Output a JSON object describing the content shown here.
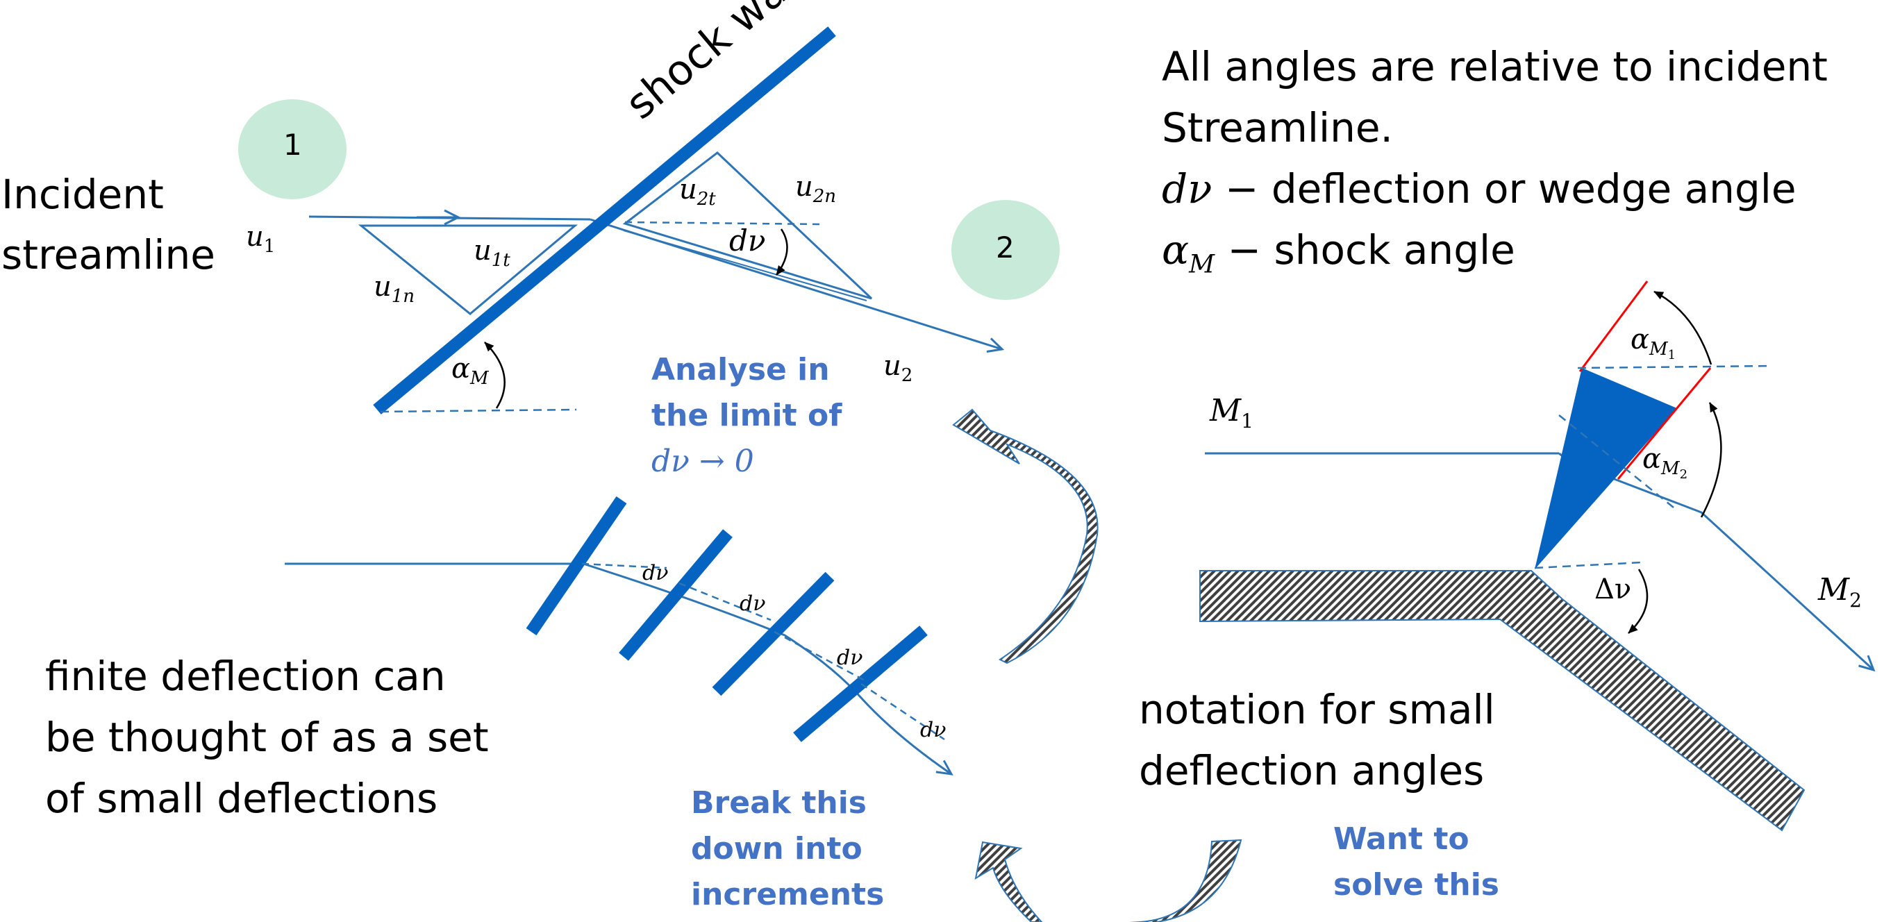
{
  "labels": {
    "shock_wave": "shock wave",
    "region_1": "1",
    "region_2": "2",
    "incident_line1": "Incident",
    "incident_line2": "streamline",
    "u1": "u",
    "u1_sub": "1",
    "u1t": "u",
    "u1t_sub": "1t",
    "u1n": "u",
    "u1n_sub": "1n",
    "u2t": "u",
    "u2t_sub": "2t",
    "u2n": "u",
    "u2n_sub": "2n",
    "u2": "u",
    "u2_sub": "2",
    "dnu": "dν",
    "alpha": "α",
    "alpha_sub": "M",
    "M1": "M",
    "M1_sub": "1",
    "M2": "M",
    "M2_sub": "2",
    "alpha_M1": "α",
    "alpha_M1_sub": "M",
    "alpha_M1_subsub": "1",
    "alpha_M2": "α",
    "alpha_M2_sub": "M",
    "alpha_M2_subsub": "2",
    "delta_nu": "Δν"
  },
  "notes": {
    "angles_line1": "All angles are relative to incident",
    "angles_line2": "Streamline.",
    "dnu_symbol": "dν",
    "dnu_def": " − deflection or wedge angle",
    "alpha_symbol": "α",
    "alpha_sub": "M",
    "alpha_def": " − shock angle",
    "analyse_line1": "Analyse in",
    "analyse_line2": "the limit of",
    "analyse_math": "dν → 0",
    "finite_line1": "finite deflection can",
    "finite_line2": "be thought of as a set",
    "finite_line3": "of small deflections",
    "break_line1": "Break this",
    "break_line2": "down into",
    "break_line3": "increments",
    "notation_line1": "notation for small",
    "notation_line2": "deflection angles",
    "want_line1": "Want to",
    "want_line2": "solve this"
  },
  "increment_labels": [
    "dν",
    "dν",
    "dν",
    "dν"
  ],
  "colors": {
    "shock_blue": "#0563c1",
    "line_blue": "#2e75b6",
    "text_blue": "#4472c4",
    "circle_green": "#c7ebd8",
    "oblique_red": "#ff0000",
    "hatch_fill": "#595959"
  }
}
